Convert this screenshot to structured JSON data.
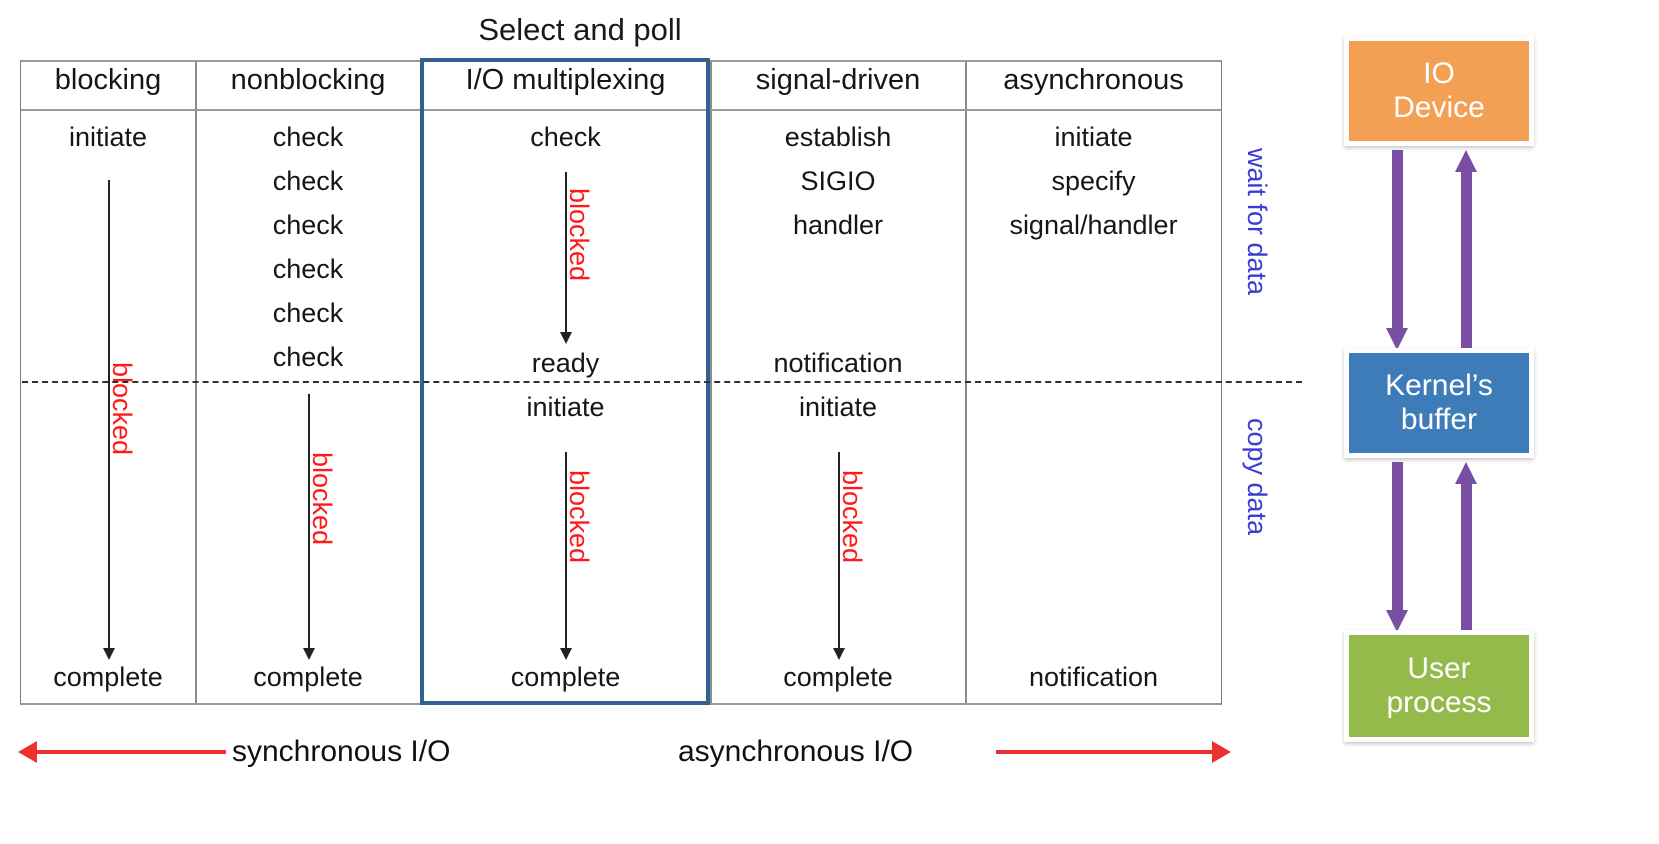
{
  "title": "Select and poll",
  "table": {
    "columns": [
      {
        "id": "blocking",
        "header": "blocking",
        "wait_phase": [
          "initiate"
        ],
        "copy_phase": [],
        "footer": "complete",
        "blocked_label": "blocked"
      },
      {
        "id": "nonblocking",
        "header": "nonblocking",
        "wait_phase": [
          "check",
          "check",
          "check",
          "check",
          "check",
          "check"
        ],
        "copy_phase": [],
        "footer": "complete",
        "blocked_label": "blocked"
      },
      {
        "id": "io-multiplexing",
        "header": "I/O multiplexing",
        "wait_phase": [
          "check",
          "ready"
        ],
        "copy_phase": [
          "initiate"
        ],
        "footer": "complete",
        "blocked_label": "blocked",
        "blocked_label_2": "blocked",
        "highlighted": true
      },
      {
        "id": "signal-driven",
        "header": "signal-driven",
        "wait_phase": [
          "establish",
          "SIGIO",
          "handler",
          "notification"
        ],
        "copy_phase": [
          "initiate"
        ],
        "footer": "complete",
        "blocked_label": "blocked"
      },
      {
        "id": "asynchronous",
        "header": "asynchronous",
        "wait_phase": [
          "initiate",
          "specify",
          "signal/handler"
        ],
        "copy_phase": [],
        "footer": "notification"
      }
    ]
  },
  "phases": {
    "wait_for_data": "wait for data",
    "copy_data": "copy data"
  },
  "legend": {
    "synchronous": "synchronous I/O",
    "asynchronous": "asynchronous I/O"
  },
  "stack": {
    "io_device": {
      "line1": "IO",
      "line2": "Device"
    },
    "kernel_buffer": {
      "line1": "Kernel’s",
      "line2": "buffer"
    },
    "user_process": {
      "line1": "User",
      "line2": "process"
    }
  },
  "colors": {
    "io_device": "#F3A055",
    "kernel_buffer": "#3D7CB8",
    "user_process": "#94BA4B",
    "arrow_purple": "#7A4FA3",
    "blocked_red": "#FF1A1A",
    "phase_blue": "#3B3BD6",
    "legend_red": "#F03030",
    "highlight_border": "#31628F"
  }
}
